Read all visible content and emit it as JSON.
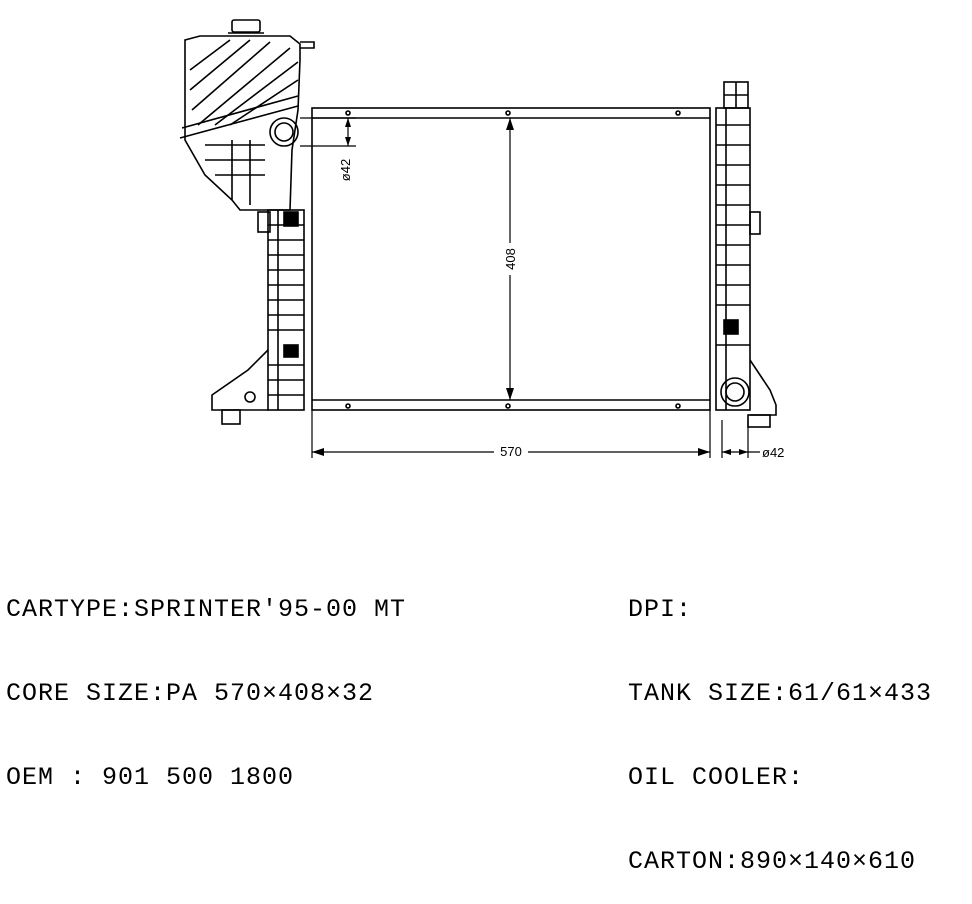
{
  "drawing": {
    "dimensions": {
      "core_width": "570",
      "core_height": "408",
      "inlet_diameter": "ø42",
      "outlet_diameter": "ø42"
    }
  },
  "specs_left": {
    "cartype": "CARTYPE:SPRINTER'95-00 MT",
    "core_size": "CORE SIZE:PA 570×408×32",
    "oem": "OEM : 901 500 1800"
  },
  "specs_right": {
    "dpi": "DPI:",
    "tank_size": "TANK SIZE:61/61×433",
    "oil_cooler": "OIL COOLER:",
    "carton": "CARTON:890×140×610"
  }
}
